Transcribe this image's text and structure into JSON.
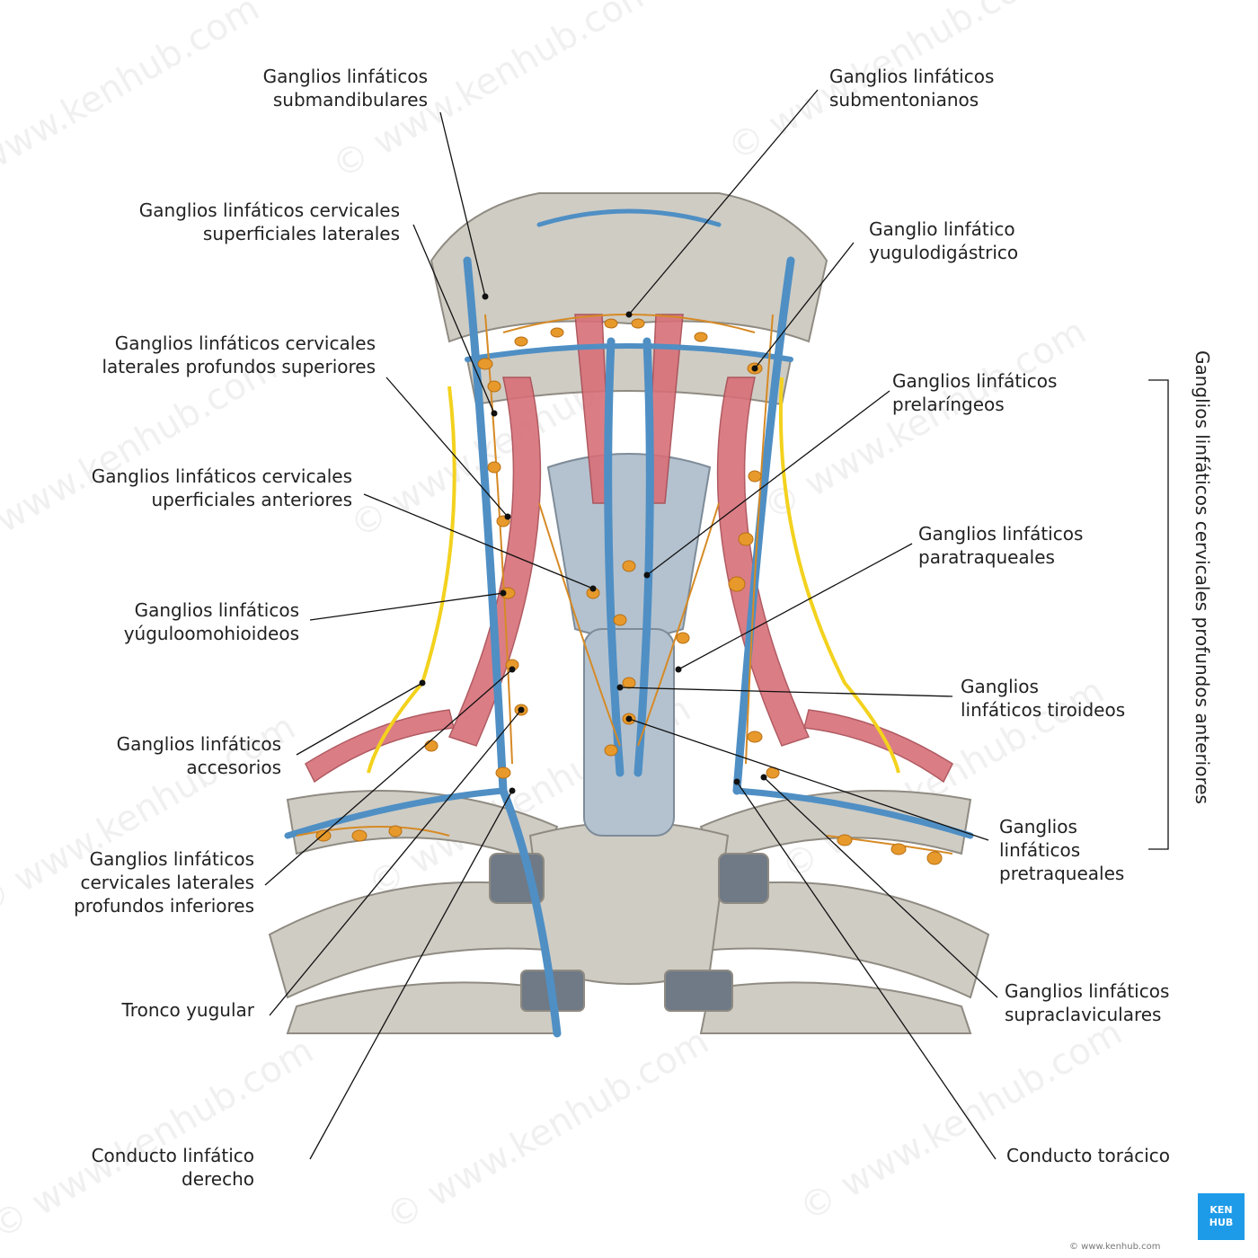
{
  "labels": {
    "submandibulares": [
      "Ganglios linfáticos",
      "submandibulares"
    ],
    "submentonianos": [
      "Ganglios linfáticos",
      "submentonianos"
    ],
    "superficiales_laterales": [
      "Ganglios linfáticos cervicales",
      "superficiales laterales"
    ],
    "yugulodigastrico": [
      "Ganglio linfático",
      "yugulodigástrico"
    ],
    "laterales_profundos_superiores": [
      "Ganglios linfáticos cervicales",
      "laterales profundos superiores"
    ],
    "prelaringeos": [
      "Ganglios linfáticos",
      "prelaríngeos"
    ],
    "superficiales_anteriores": [
      "Ganglios linfáticos cervicales",
      "uperficiales anteriores"
    ],
    "paratraqueales": [
      "Ganglios linfáticos",
      "paratraqueales"
    ],
    "yuguloomohioideos": [
      "Ganglios linfáticos",
      "yúguloomohioideos"
    ],
    "tiroideos": [
      "Ganglios",
      "linfáticos tiroideos"
    ],
    "accesorios": [
      "Ganglios linfáticos",
      "accesorios"
    ],
    "pretraqueales": [
      "Ganglios",
      "linfáticos",
      "pretraqueales"
    ],
    "laterales_profundos_inferiores": [
      "Ganglios linfáticos",
      "cervicales laterales",
      "profundos inferiores"
    ],
    "tronco_yugular": [
      "Tronco yugular"
    ],
    "supraclaviculares": [
      "Ganglios linfáticos",
      "supraclaviculares"
    ],
    "conducto_derecho": [
      "Conducto linfático",
      "derecho"
    ],
    "conducto_toracico": [
      "Conducto torácico"
    ]
  },
  "group_label": "Ganglios linfáticos cervicales profundos anteriores",
  "watermark": "© www.kenhub.com",
  "logo": [
    "KEN",
    "HUB"
  ],
  "copyright": "© www.kenhub.com",
  "colors": {
    "bone": "#cfccc4",
    "vein": "#4f8fc4",
    "artery": "#d86f78",
    "lymph": "#e79a2b",
    "nerve": "#f3d21e",
    "leader": "#111111",
    "brand": "#1e9be8"
  }
}
